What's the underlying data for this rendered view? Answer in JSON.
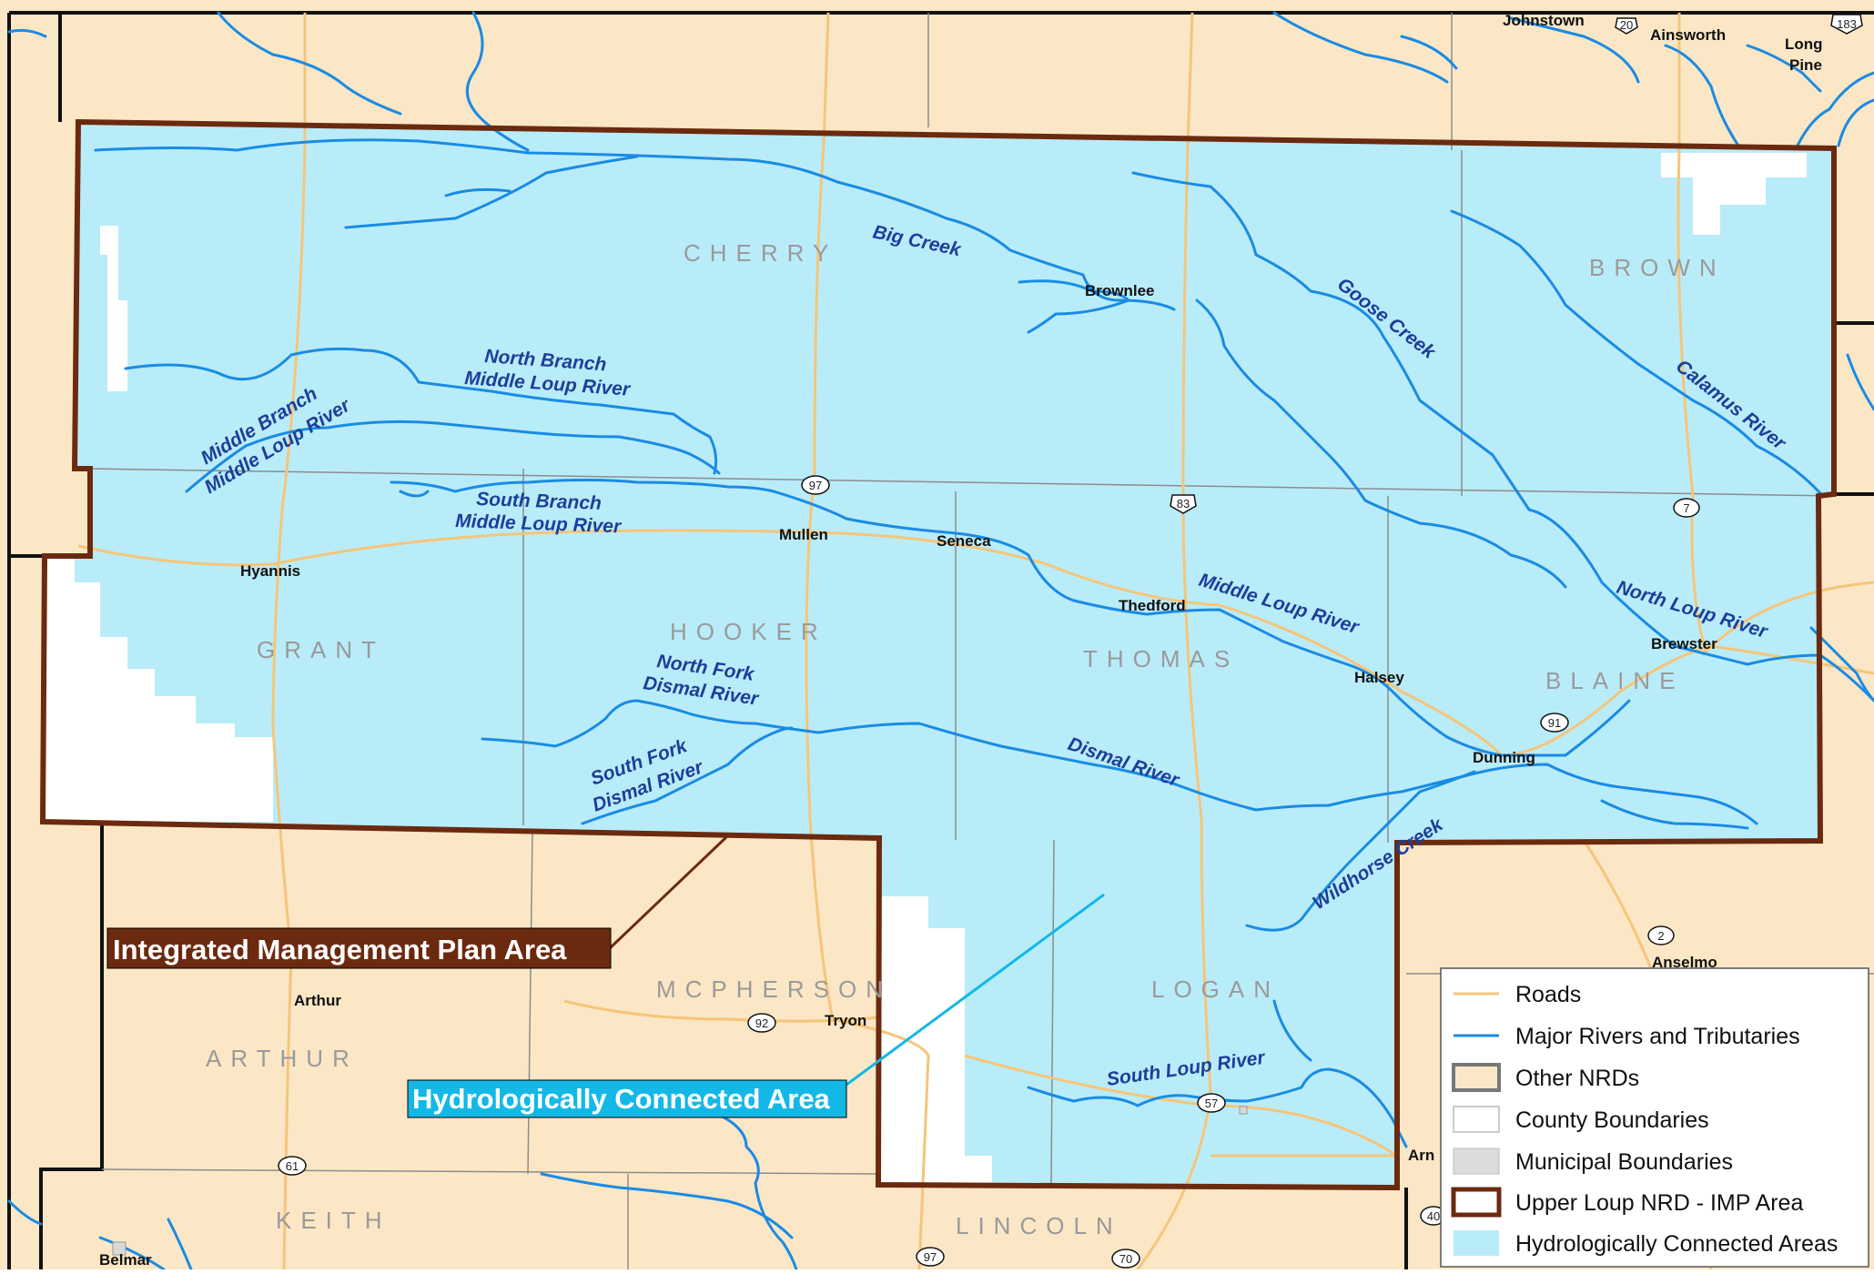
{
  "counties": [
    "CHERRY",
    "BROWN",
    "GRANT",
    "HOOKER",
    "THOMAS",
    "BLAINE",
    "MCPHERSON",
    "LOGAN",
    "ARTHUR",
    "KEITH",
    "LINCOLN"
  ],
  "towns": [
    "Johnstown",
    "Ainsworth",
    "Long",
    "Pine",
    "Brownlee",
    "Hyannis",
    "Mullen",
    "Seneca",
    "Thedford",
    "Halsey",
    "Brewster",
    "Dunning",
    "Anselmo",
    "Arthur",
    "Tryon",
    "Belmar",
    "Arn"
  ],
  "rivers": {
    "big_creek": "Big Creek",
    "goose_creek": "Goose Creek",
    "calamus": "Calamus River",
    "nb_mlr_1": "North Branch",
    "nb_mlr_2": "Middle Loup River",
    "mb_mlr_1": "Middle Branch",
    "mb_mlr_2": "Middle Loup River",
    "sb_mlr_1": "South Branch",
    "sb_mlr_2": "Middle Loup River",
    "middle_loup": "Middle Loup River",
    "north_loup": "North Loup River",
    "nf_dismal_1": "North Fork",
    "nf_dismal_2": "Dismal River",
    "sf_dismal_1": "South Fork",
    "sf_dismal_2": "Dismal River",
    "dismal": "Dismal River",
    "wildhorse": "Wildhorse Creek",
    "south_loup": "South Loup River"
  },
  "highways": [
    "20",
    "183",
    "97",
    "83",
    "7",
    "91",
    "2",
    "92",
    "57",
    "61",
    "97",
    "70",
    "40"
  ],
  "callouts": {
    "imp": "Integrated Management Plan Area",
    "hca": "Hydrologically Connected Area"
  },
  "legend": {
    "items": [
      {
        "label": "Roads",
        "kind": "road"
      },
      {
        "label": "Major Rivers and Tributaries",
        "kind": "river"
      },
      {
        "label": "Other NRDs",
        "kind": "other-nrd"
      },
      {
        "label": "County Boundaries",
        "kind": "county"
      },
      {
        "label": "Municipal Boundaries",
        "kind": "municipal"
      },
      {
        "label": "Upper Loup NRD - IMP Area",
        "kind": "imp"
      },
      {
        "label": "Hydrologically Connected Areas",
        "kind": "hca"
      }
    ]
  },
  "colors": {
    "background": "#fbe7c6",
    "hydro": "#b9ecf9",
    "river": "#1a8be3",
    "road": "#f5c57a",
    "imp_border": "#6b2a0f",
    "county_line": "#8c8c8c",
    "hca_callout": "#14b8e6",
    "imp_callout": "#6b2a0f"
  }
}
